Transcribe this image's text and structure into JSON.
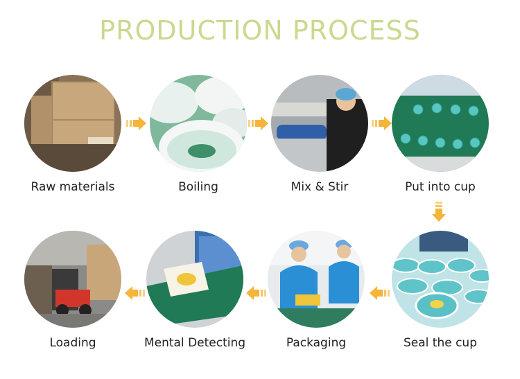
{
  "title": "PRODUCTION PROCESS",
  "steps": [
    {
      "label": "Raw materials",
      "image": "cardboard-boxes-image"
    },
    {
      "label": "Boiling",
      "image": "boiling-buckets-image"
    },
    {
      "label": "Mix & Stir",
      "image": "mixing-machine-image"
    },
    {
      "label": "Put into cup",
      "image": "filled-cups-conveyor-image"
    },
    {
      "label": "Seal the cup",
      "image": "sealed-cups-image"
    },
    {
      "label": "Packaging",
      "image": "packaging-workers-image"
    },
    {
      "label": "Mental Detecting",
      "image": "metal-detector-conveyor-image"
    },
    {
      "label": "Loading",
      "image": "forklift-warehouse-image"
    }
  ],
  "colors": {
    "title": "#c9d98e",
    "arrow": "#f5b43a",
    "label": "#222222"
  },
  "icons": [
    "arrow-right-icon",
    "arrow-down-icon",
    "arrow-left-icon"
  ]
}
